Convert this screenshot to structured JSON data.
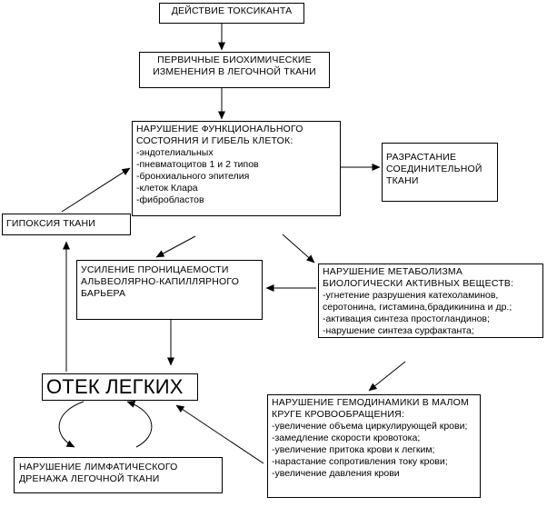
{
  "boxes": {
    "toxicant": {
      "title": "ДЕЙСТВИЕ ТОКСИКАНТА"
    },
    "primary": {
      "title": "ПЕРВИЧНЫЕ БИОХИМИЧЕСКИЕ ИЗМЕНЕНИЯ  В ЛЕГОЧНОЙ ТКАНИ"
    },
    "function": {
      "title": "НАРУШЕНИЕ ФУНКЦИОНАЛЬНОГО СОСТОЯНИЯ  И ГИБЕЛЬ КЛЕТОК:",
      "items": [
        "-эндотелиальных",
        "-пневматоцитов 1 и 2 типов",
        "-бронхиального эпителия",
        "-клеток Клара",
        "-фибробластов"
      ]
    },
    "connective": {
      "title": "РАЗРАСТАНИЕ СОЕДИНИТЕЛЬНОЙ ТКАНИ"
    },
    "hypoxia": {
      "title": "ГИПОКСИЯ ТКАНИ"
    },
    "permeability": {
      "title": "УСИЛЕНИЕ ПРОНИЦАЕМОСТИ АЛЬВЕОЛЯРНО-КАПИЛЛЯРНОГО БАРЬЕРА"
    },
    "metabolism": {
      "title": "НАРУШЕНИЕ МЕТАБОЛИЗМА БИОЛОГИЧЕСКИ АКТИВНЫХ ВЕЩЕСТВ:",
      "items": [
        "-угнетение разрушения катехоламинов,",
        "серотонина, гистамина,брадикинина и др.;",
        "-активация синтеза простогландинов;",
        "-нарушение синтеза сурфактанта;"
      ]
    },
    "edema": {
      "title": "ОТЕК ЛЕГКИХ"
    },
    "hemodynamics": {
      "title": "НАРУШЕНИЕ ГЕМОДИНАМИКИ В МАЛОМ КРУГЕ КРОВООБРАЩЕНИЯ:",
      "items": [
        "-увеличение объема циркулирующей крови;",
        "-замедление скорости кровотока;",
        "-увеличение притока крови к легким;",
        "-нарастание сопротивления току крови;",
        "-увеличение давления крови"
      ]
    },
    "lymphatic": {
      "title": "НАРУШЕНИЕ ЛИМФАТИЧЕСКОГО ДРЕНАЖА ЛЕГОЧНОЙ ТКАНИ"
    }
  },
  "colors": {
    "line": "#000000",
    "background": "#ffffff"
  }
}
